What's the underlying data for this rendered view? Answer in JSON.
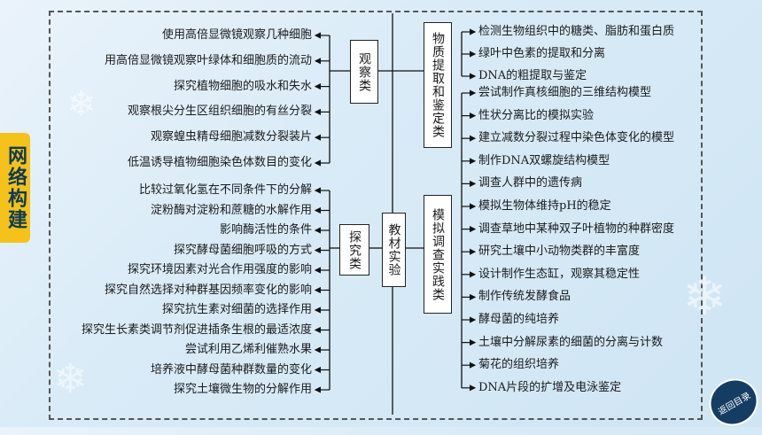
{
  "side_tab": "网络构建",
  "root_label": "教材实验",
  "groups": {
    "observe": "观察类",
    "explore": "探究类",
    "extract": "物质提取和鉴定类",
    "model": "模拟调查实践类"
  },
  "observe_items": [
    "使用高倍显微镜观察几种细胞",
    "用高倍显微镜观察叶绿体和细胞质的流动",
    "探究植物细胞的吸水和失水",
    "观察根尖分生区组织细胞的有丝分裂",
    "观察蝗虫精母细胞减数分裂装片",
    "低温诱导植物细胞染色体数目的变化"
  ],
  "explore_items": [
    "比较过氧化氢在不同条件下的分解",
    "淀粉酶对淀粉和蔗糖的水解作用",
    "影响酶活性的条件",
    "探究酵母菌细胞呼吸的方式",
    "探究环境因素对光合作用强度的影响",
    "探究自然选择对种群基因频率变化的影响",
    "探究抗生素对细菌的选择作用",
    "探究生长素类调节剂促进插条生根的最适浓度",
    "尝试利用乙烯利催熟水果",
    "培养液中酵母菌种群数量的变化",
    "探究土壤微生物的分解作用"
  ],
  "extract_items": [
    "检测生物组织中的糖类、脂肪和蛋白质",
    "绿叶中色素的提取和分离",
    "DNA的粗提取与鉴定"
  ],
  "model_items": [
    "尝试制作真核细胞的三维结构模型",
    "性状分离比的模拟实验",
    "建立减数分裂过程中染色体变化的模型",
    "制作DNA双螺旋结构模型",
    "调查人群中的遗传病",
    "模拟生物体维持pH的稳定",
    "调查草地中某种双子叶植物的种群密度",
    "研究土壤中小动物类群的丰富度",
    "设计制作生态缸，观察其稳定性",
    "制作传统发酵食品",
    "酵母菌的纯培养",
    "土壤中分解尿素的细菌的分离与计数",
    "菊花的组织培养",
    "DNA片段的扩增及电泳鉴定"
  ],
  "back_button": "返回目录"
}
